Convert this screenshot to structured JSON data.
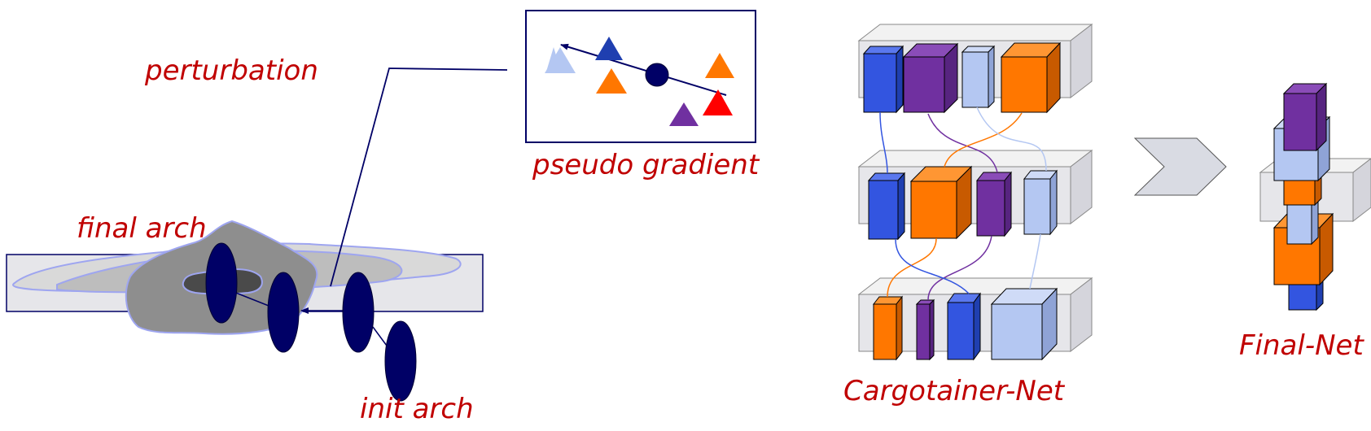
{
  "labels": {
    "perturbation": "perturbation",
    "pseudo_gradient": "pseudo gradient",
    "final_arch": "final arch",
    "init_arch": "init arch",
    "cargotainer_net": "Cargotainer-Net",
    "final_net": "Final-Net"
  },
  "colors": {
    "label_red": "#c00000",
    "navy": "#000066",
    "blue": "#3355e0",
    "purple": "#7030a0",
    "light_blue": "#b4c7f2",
    "orange": "#ff7700",
    "red": "#ff0000",
    "dark_blue_triangle": "#1f3fb0",
    "container_gray": "#e6e6ea"
  },
  "icons": {
    "arrow": "chevron-right-icon"
  }
}
